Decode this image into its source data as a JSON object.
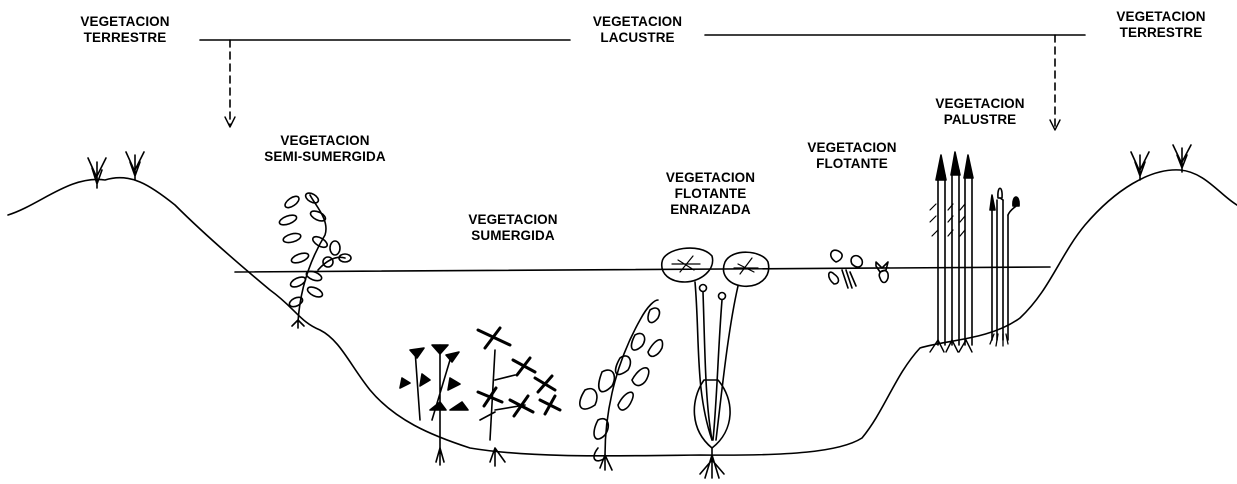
{
  "labels": {
    "terrestre_left": {
      "line1": "VEGETACION",
      "line2": "TERRESTRE"
    },
    "lacustre": {
      "line1": "VEGETACION",
      "line2": "LACUSTRE"
    },
    "terrestre_right": {
      "line1": "VEGETACION",
      "line2": "TERRESTRE"
    },
    "palustre": {
      "line1": "VEGETACION",
      "line2": "PALUSTRE"
    },
    "semi_sumergida": {
      "line1": "VEGETACION",
      "line2": "SEMI-SUMERGIDA"
    },
    "flotante": {
      "line1": "VEGETACION",
      "line2": "FLOTANTE"
    },
    "flotante_enraizada": {
      "line1": "VEGETACION",
      "line2": "FLOTANTE",
      "line3": "ENRAIZADA"
    },
    "sumergida": {
      "line1": "VEGETACION",
      "line2": "SUMERGIDA"
    }
  },
  "colors": {
    "ink": "#000000",
    "background": "#ffffff"
  }
}
